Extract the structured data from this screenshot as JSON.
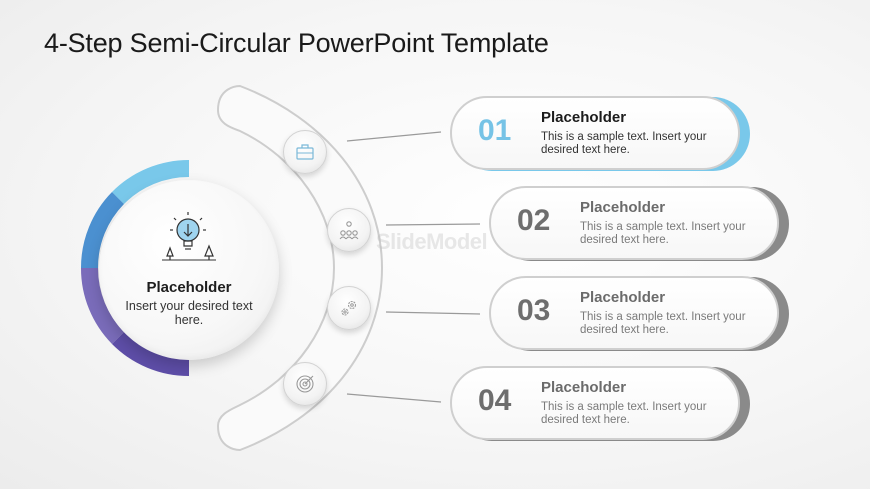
{
  "slide": {
    "title": "4-Step Semi-Circular PowerPoint Template",
    "watermark": "SlideModel"
  },
  "center": {
    "icon": "lightbulb-trees-icon",
    "title": "Placeholder",
    "text": "Insert your desired text here.",
    "ring_colors": [
      "#79c8ea",
      "#4b90d0",
      "#7a6cba",
      "#5e4ea8"
    ]
  },
  "nodes": [
    {
      "icon": "briefcase-icon"
    },
    {
      "icon": "team-network-icon"
    },
    {
      "icon": "gears-icon"
    },
    {
      "icon": "target-icon"
    }
  ],
  "steps": [
    {
      "number": "01",
      "title": "Placeholder",
      "text": "This is a sample text. Insert your desired text here.",
      "accent": "#79c8ea"
    },
    {
      "number": "02",
      "title": "Placeholder",
      "text": "This is a sample text. Insert your desired text here.",
      "accent": "#8a8a8a"
    },
    {
      "number": "03",
      "title": "Placeholder",
      "text": "This is a sample text. Insert your desired text here.",
      "accent": "#8a8a8a"
    },
    {
      "number": "04",
      "title": "Placeholder",
      "text": "This is a sample text. Insert your desired text here.",
      "accent": "#8a8a8a"
    }
  ]
}
